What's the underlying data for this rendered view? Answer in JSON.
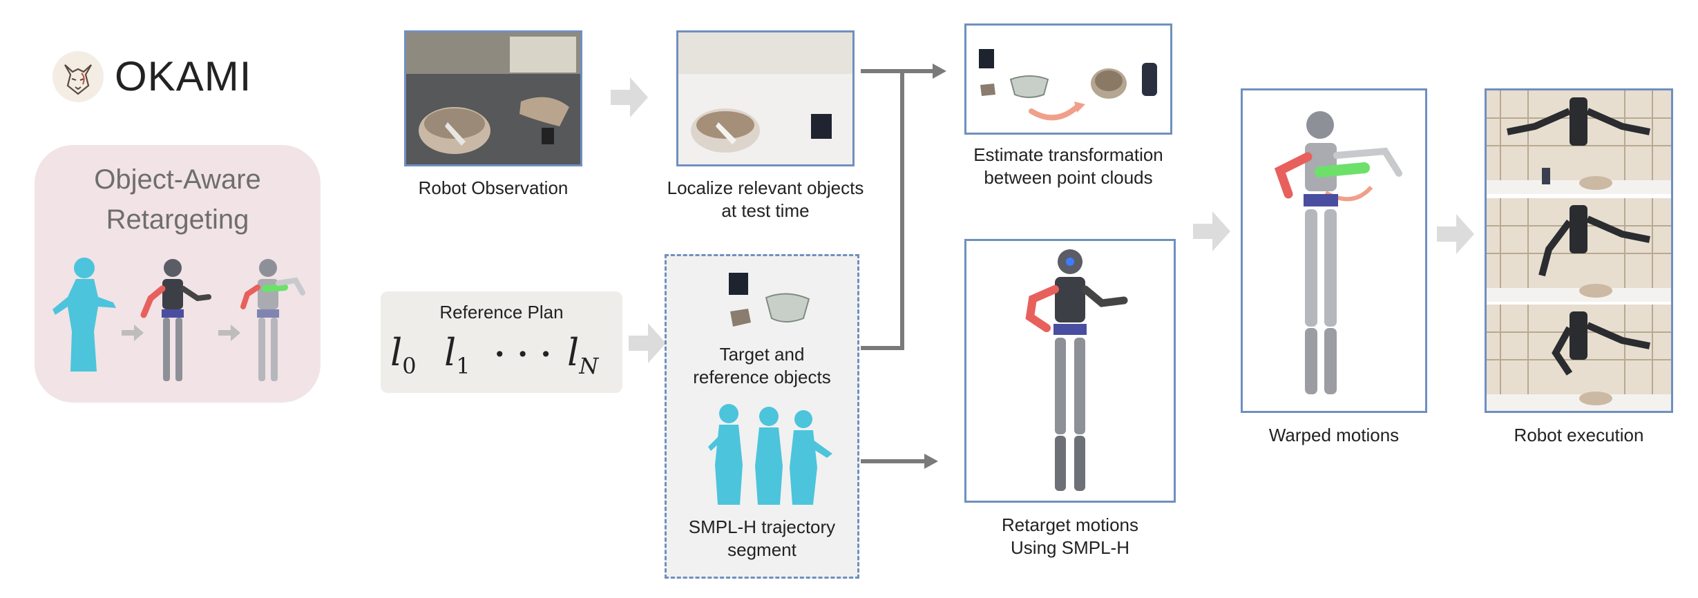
{
  "brand": {
    "name": "OKAMI",
    "logo_icon": "wolf-logo-icon"
  },
  "colors": {
    "frame_border": "#6f8fbf",
    "pink_panel": "#f1e3e6",
    "gray_panel": "#eeedea",
    "dashed_panel": "#f1f1f1",
    "connector": "#7a7a7a",
    "flow_arrow": "#dcdcdc",
    "human_mesh": "#4cc4dc",
    "highlight_red": "#e8605c",
    "highlight_green": "#6de06a"
  },
  "retargeting_panel": {
    "title_line1": "Object-Aware",
    "title_line2": "Retargeting"
  },
  "reference_plan": {
    "title": "Reference Plan",
    "sym_start": "l",
    "sub_start": "0",
    "sym_next": "l",
    "sub_next": "1",
    "dots": "• • •",
    "sym_end": "l",
    "sub_end": "N"
  },
  "captions": {
    "robot_observation": "Robot Observation",
    "localize_line1": "Localize relevant objects",
    "localize_line2": "at test time",
    "estimate_line1": "Estimate transformation",
    "estimate_line2": "between point clouds",
    "target_line1": "Target and",
    "target_line2": "reference objects",
    "smplh_line1": "SMPL-H trajectory",
    "smplh_line2": "segment",
    "retarget_line1": "Retarget motions",
    "retarget_line2": "Using SMPL-H",
    "warped": "Warped motions",
    "execution": "Robot execution"
  }
}
